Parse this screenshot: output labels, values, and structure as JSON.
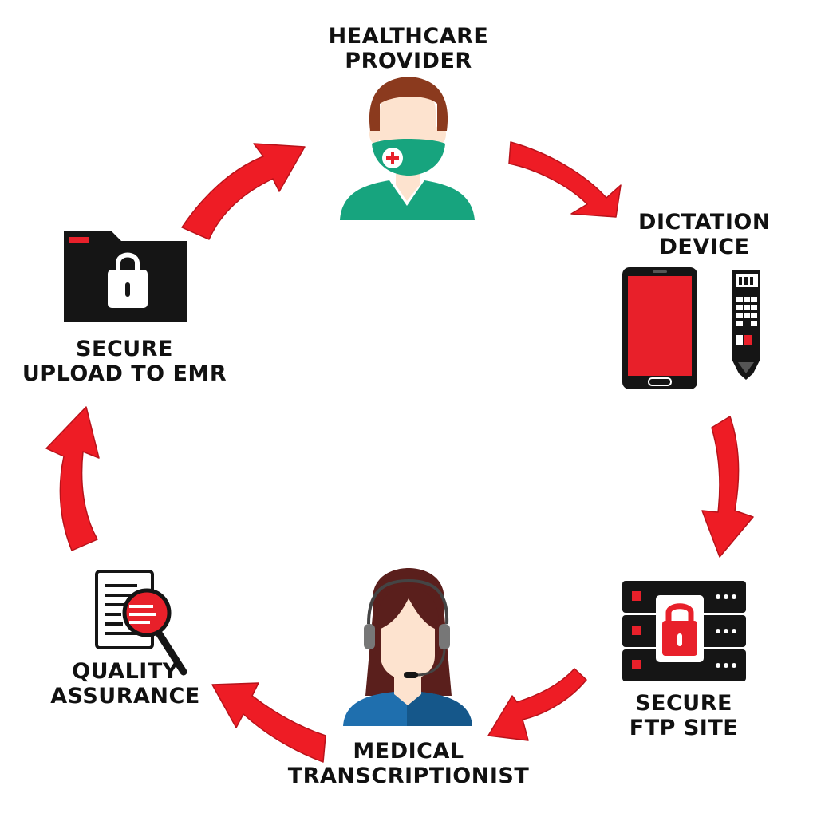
{
  "colors": {
    "arrow": "#ee1c25",
    "arrow_shade": "#b8121a",
    "dark": "#151515",
    "accent_red": "#e8202a",
    "scrub_green": "#17a47e",
    "skin": "#fde3cf",
    "hair_brown": "#8b3a1e",
    "hair_dark": "#5a1f1c",
    "shirt_blue": "#1f6fae"
  },
  "nodes": [
    {
      "id": "healthcare-provider",
      "label_lines": [
        "HEALTHCARE",
        "PROVIDER"
      ],
      "icon": "masked-doctor-icon"
    },
    {
      "id": "dictation-device",
      "label_lines": [
        "DICTATION",
        "DEVICE"
      ],
      "icon": "smartphone-and-recorder-icon"
    },
    {
      "id": "secure-ftp-site",
      "label_lines": [
        "SECURE",
        "FTP SITE"
      ],
      "icon": "locked-server-icon"
    },
    {
      "id": "medical-transcriptionist",
      "label_lines": [
        "MEDICAL",
        "TRANSCRIPTIONIST"
      ],
      "icon": "headset-woman-icon"
    },
    {
      "id": "quality-assurance",
      "label_lines": [
        "QUALITY",
        "ASSURANCE"
      ],
      "icon": "document-magnifier-icon"
    },
    {
      "id": "secure-upload-to-emr",
      "label_lines": [
        "SECURE",
        "UPLOAD TO EMR"
      ],
      "icon": "locked-folder-icon"
    }
  ],
  "edges": [
    {
      "from": "healthcare-provider",
      "to": "dictation-device"
    },
    {
      "from": "dictation-device",
      "to": "secure-ftp-site"
    },
    {
      "from": "secure-ftp-site",
      "to": "medical-transcriptionist"
    },
    {
      "from": "medical-transcriptionist",
      "to": "quality-assurance"
    },
    {
      "from": "quality-assurance",
      "to": "secure-upload-to-emr"
    },
    {
      "from": "secure-upload-to-emr",
      "to": "healthcare-provider"
    }
  ]
}
